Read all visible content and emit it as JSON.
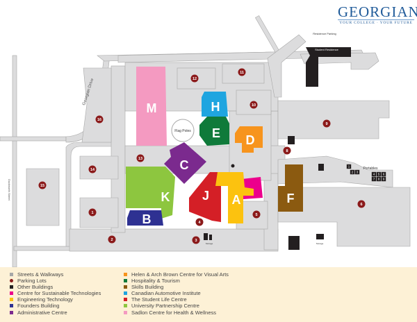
{
  "logo": {
    "name": "GEORGIAN",
    "tagline": "YOUR COLLEGE · YOUR FUTURE"
  },
  "map": {
    "street_labels": {
      "georgian_drive": "Georgian Drive",
      "duckworth_street": "Duckworth Street"
    },
    "labels": {
      "flag_poles": "Flag Poles",
      "residence_parking": "Residence Parking",
      "student_residence": "Student Residence",
      "portables": "Portables",
      "storage": "Storage",
      "storage2": "Storage"
    },
    "buildings": {
      "M": "M",
      "H": "H",
      "E": "E",
      "D": "D",
      "C": "C",
      "K": "K",
      "B": "B",
      "J": "J",
      "A": "A",
      "F": "F"
    },
    "parking_lots": [
      "1",
      "2",
      "3",
      "4",
      "5",
      "6",
      "8",
      "9",
      "10",
      "11",
      "12",
      "13",
      "14",
      "15",
      "16"
    ],
    "portables": [
      "1",
      "2",
      "3",
      "4",
      "5",
      "6",
      "7",
      "8",
      "9"
    ]
  },
  "legend": {
    "items": [
      {
        "label": "Streets & Walkways",
        "color": "#a7a7a7"
      },
      {
        "label": "Parking Lots",
        "color": "#8b1a1a"
      },
      {
        "label": "Other Buildings",
        "color": "#231f20"
      },
      {
        "label": "Centre for Sustainable Technologies",
        "color": "#ec008c"
      },
      {
        "label": "Engineering Technology",
        "color": "#fcc20f"
      },
      {
        "label": "Founders Building",
        "color": "#2e3192"
      },
      {
        "label": "Administrative Centre",
        "color": "#7b2a8e"
      },
      {
        "label": "Helen & Arch Brown Centre for Visual Arts",
        "color": "#f7941d"
      },
      {
        "label": "Hospitality & Tourism",
        "color": "#0f7a3a"
      },
      {
        "label": "Skills Building",
        "color": "#8b5a10"
      },
      {
        "label": "Canadian Automotive Institute",
        "color": "#1fa5e0"
      },
      {
        "label": "The Student Life Centre",
        "color": "#d41f26"
      },
      {
        "label": "University Partnership Centre",
        "color": "#8dc63f"
      },
      {
        "label": "Sadlon Centre for Health & Wellness",
        "color": "#f49ac1"
      }
    ]
  }
}
